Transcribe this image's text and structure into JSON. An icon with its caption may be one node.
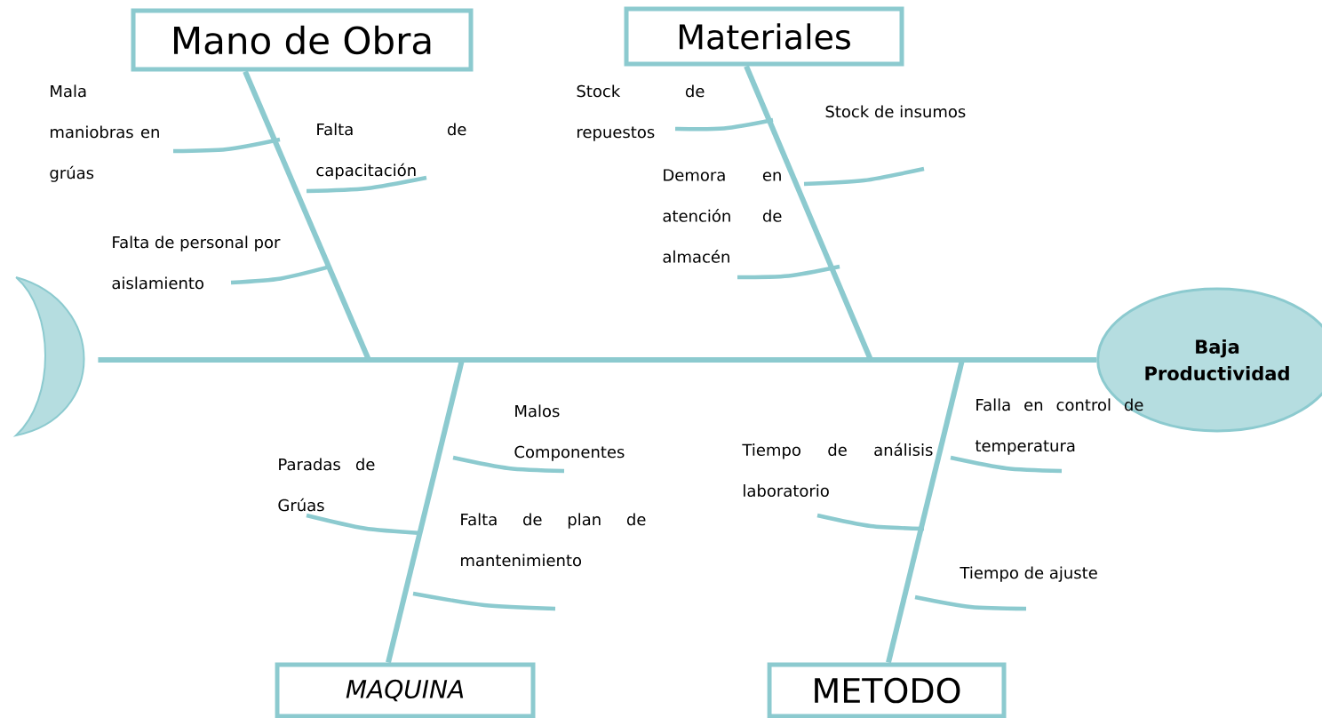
{
  "diagram": {
    "nodes": [
      {
        "text": [
          "Mano de Obra"
        ]
      },
      {
        "text": [
          "Materiales"
        ]
      },
      {
        "text": [
          "MAQUINA"
        ]
      },
      {
        "text": [
          "METODO"
        ]
      },
      {
        "text": [
          "Baja Productividad"
        ]
      },
      {
        "text": [],
        "shape": "crescent"
      }
    ],
    "edges": [
      {
        "from": 5,
        "to": 4,
        "arrow": "none"
      },
      {
        "from": 0,
        "to": null,
        "arrow": "none"
      },
      {
        "from": 1,
        "to": null,
        "arrow": "none"
      },
      {
        "from": 2,
        "to": null,
        "arrow": "none"
      },
      {
        "from": 3,
        "to": null,
        "arrow": "none"
      }
    ],
    "labels": [
      "Mala maniobras en grúas",
      "Falta de capacitación",
      "Falta de personal por aislamiento",
      "Stock de repuestos",
      "Stock de insumos",
      "Demora en atención de almacén",
      "Malos Componentes",
      "Paradas de Grúas",
      "Falta de plan de mantenimiento",
      "Tiempo de análisis laboratorio",
      "Falla en control de temperatura",
      "Tiempo de ajuste"
    ]
  }
}
